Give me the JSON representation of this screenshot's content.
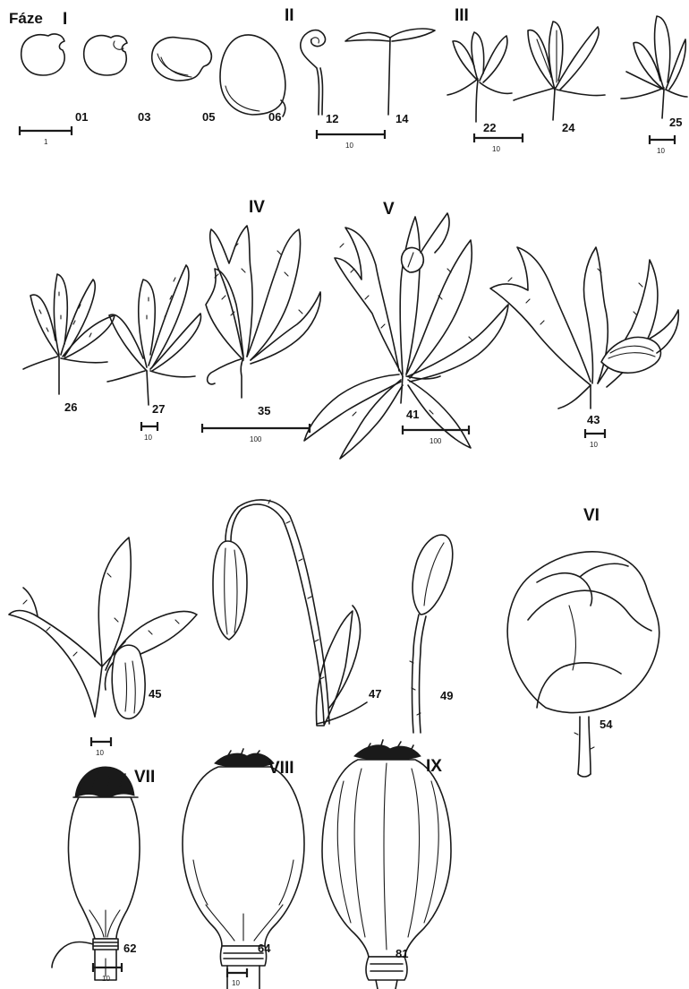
{
  "heading": "Fáze",
  "phases": [
    "I",
    "II",
    "III",
    "IV",
    "V",
    "VI",
    "VII",
    "VIII",
    "IX"
  ],
  "stages": [
    "01",
    "03",
    "05",
    "06",
    "12",
    "14",
    "22",
    "24",
    "25",
    "26",
    "27",
    "35",
    "41",
    "43",
    "45",
    "47",
    "49",
    "54",
    "62",
    "64",
    "81"
  ],
  "scale_bars": [
    "1",
    "10",
    "10",
    "10",
    "10",
    "100",
    "100",
    "10",
    "10",
    "10",
    "10"
  ]
}
